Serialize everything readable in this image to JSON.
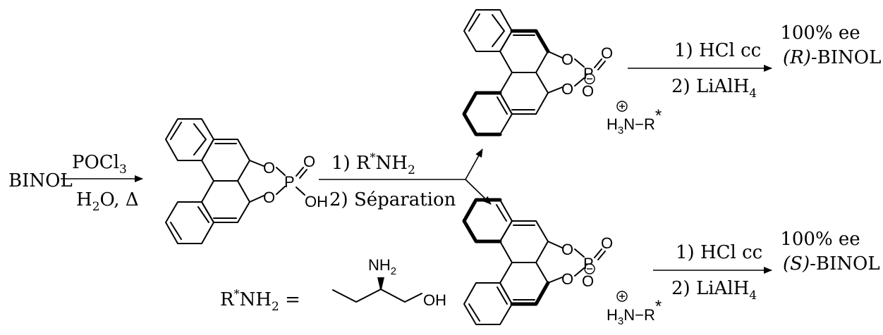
{
  "start": {
    "label": "BINOL"
  },
  "step1": {
    "reagent_top": "POCl3",
    "reagent_bottom": "H2O, Δ"
  },
  "phosphate": {
    "o_top": "O",
    "o_bottom": "O",
    "p": "P",
    "dbl_o": "O",
    "oh": "OH"
  },
  "step2": {
    "line1": "1) R*NH2",
    "line2": "2) Séparation"
  },
  "salt_r": {
    "o_top": "O",
    "o_bottom": "O",
    "p": "P",
    "dbl_o": "O",
    "minus_o": "O",
    "cation": "H3N−R*"
  },
  "salt_s": {
    "o_top": "O",
    "o_bottom": "O",
    "p": "P",
    "dbl_o": "O",
    "minus_o": "O",
    "cation": "H3N−R*"
  },
  "step3_r": {
    "line1": "1) HCl cc",
    "line2": "2) LiAlH4"
  },
  "step3_s": {
    "line1": "1) HCl cc",
    "line2": "2) LiAlH4"
  },
  "product_r": {
    "ee": "100% ee",
    "prefix": "(R)",
    "name": "-BINOL"
  },
  "product_s": {
    "ee": "100% ee",
    "prefix": "(S)",
    "name": "-BINOL"
  },
  "amine": {
    "label": "R*NH2 =",
    "nh2": "NH2",
    "oh": "OH"
  }
}
